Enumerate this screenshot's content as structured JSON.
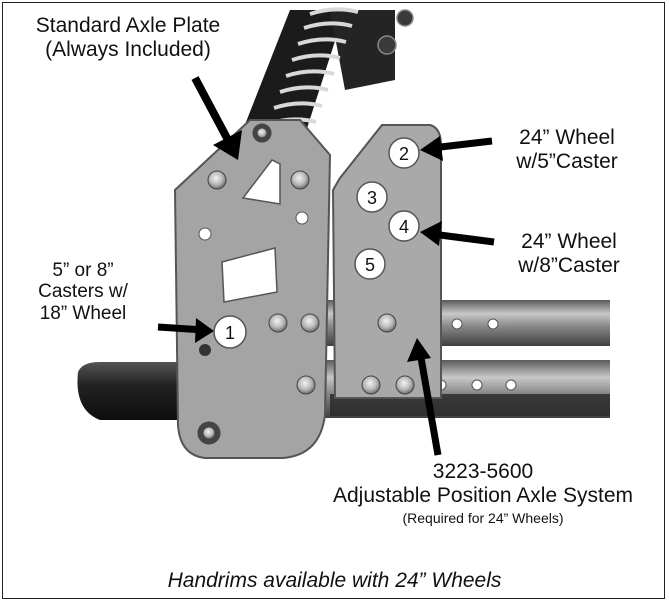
{
  "labels": {
    "standard_plate_line1": "Standard Axle Plate",
    "standard_plate_line2": "(Always Included)",
    "wheel_5_caster_line1": "24” Wheel",
    "wheel_5_caster_line2": "w/5”Caster",
    "wheel_8_caster_line1": "24” Wheel",
    "wheel_8_caster_line2": "w/8”Caster",
    "caster_18_line1": "5” or 8”",
    "caster_18_line2": "Casters w/",
    "caster_18_line3": "18” Wheel",
    "part_number": "3223-5600",
    "system_name": "Adjustable Position Axle System",
    "system_note": "(Required for 24” Wheels)",
    "footer_note": "Handrims available with 24” Wheels"
  },
  "holes": {
    "h1": "1",
    "h2": "2",
    "h3": "3",
    "h4": "4",
    "h5": "5"
  },
  "colors": {
    "plate": "#a6a6a6",
    "plate_dark": "#6e6e6e",
    "tube": "#3a3a3a",
    "rail": "#8c8c8c",
    "arrow": "#000000"
  }
}
